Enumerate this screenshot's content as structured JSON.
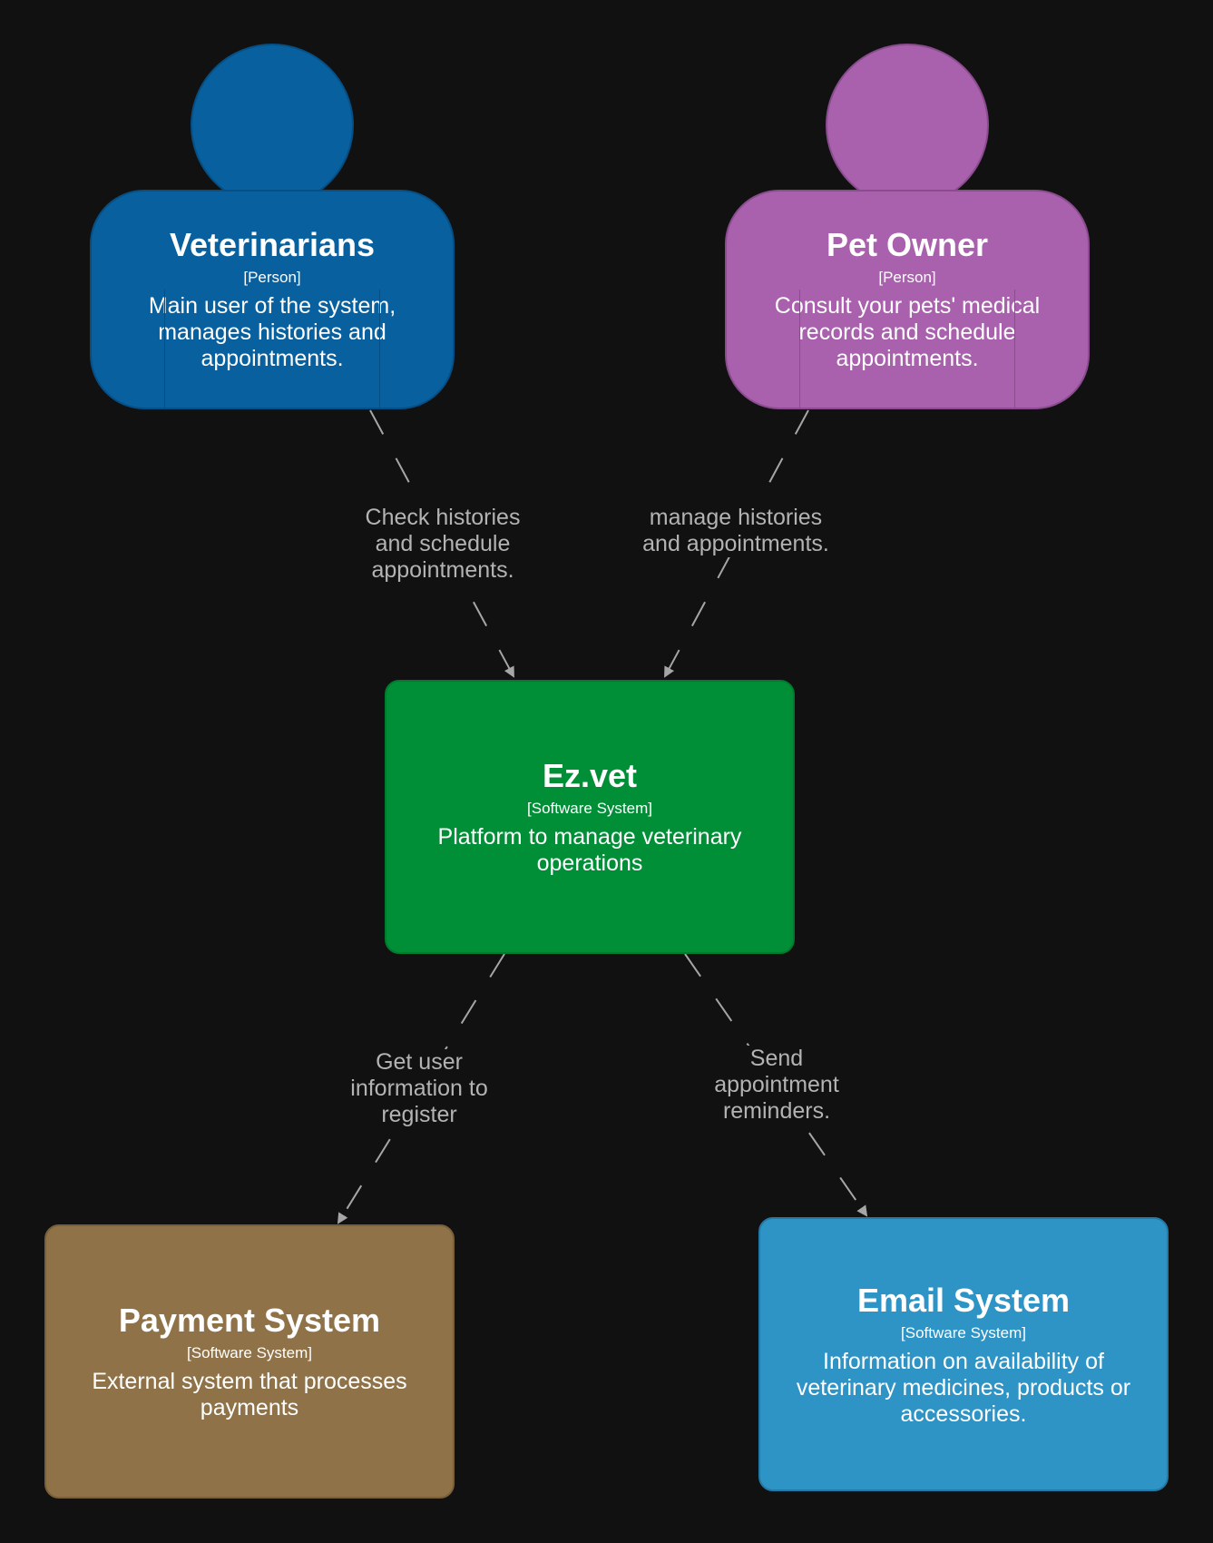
{
  "colors": {
    "background": "#111111",
    "veterinarians": "#08609f",
    "pet_owner": "#a960ad",
    "ez_vet": "#008f36",
    "payment_system": "#8f7248",
    "email_system": "#2e93c5",
    "edge": "#a6a6a6",
    "edge_label": "#b3b3b3"
  },
  "nodes": {
    "veterinarians": {
      "title": "Veterinarians",
      "type": "[Person]",
      "description": "Main user of the system, manages histories and appointments."
    },
    "pet_owner": {
      "title": "Pet Owner",
      "type": "[Person]",
      "description": "Consult your pets' medical records and schedule appointments."
    },
    "ez_vet": {
      "title": "Ez.vet",
      "type": "[Software System]",
      "description": "Platform to manage veterinary operations"
    },
    "payment_system": {
      "title": "Payment System",
      "type": "[Software System]",
      "description": "External system that processes payments"
    },
    "email_system": {
      "title": "Email System",
      "type": "[Software System]",
      "description": "Information on availability of veterinary medicines, products or accessories."
    }
  },
  "relationships": [
    {
      "from": "veterinarians",
      "to": "ez_vet",
      "label": "Check histories and schedule appointments."
    },
    {
      "from": "pet_owner",
      "to": "ez_vet",
      "label": "manage histories and appointments."
    },
    {
      "from": "ez_vet",
      "to": "payment_system",
      "label": "Get user information to register"
    },
    {
      "from": "ez_vet",
      "to": "email_system",
      "label": "Send appointment reminders."
    }
  ]
}
